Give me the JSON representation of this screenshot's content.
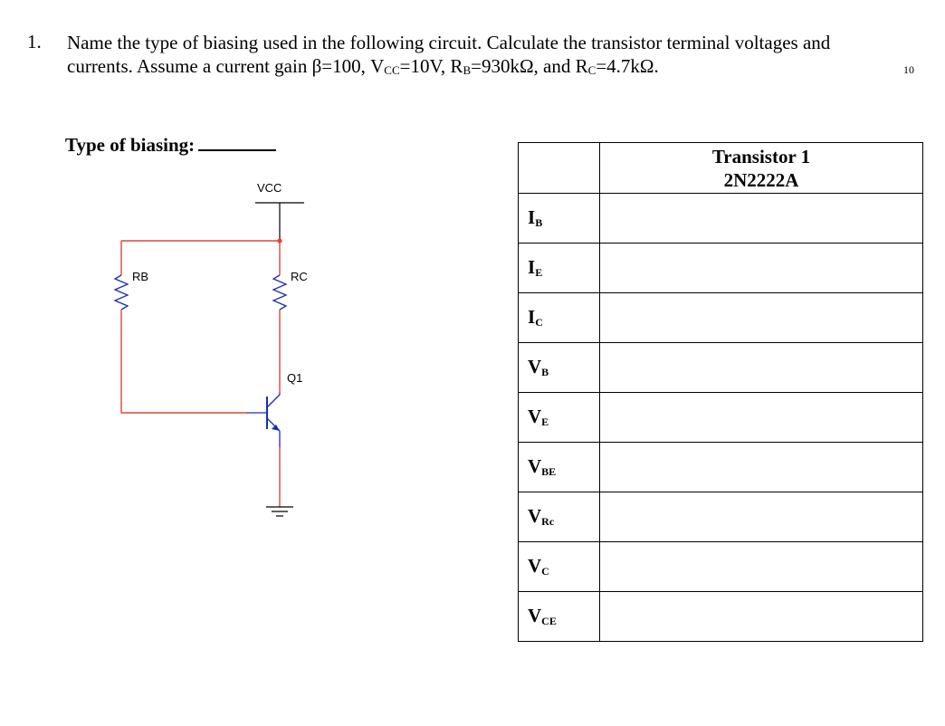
{
  "question": {
    "number": "1.",
    "line1": "Name the type of biasing used in the following circuit. Calculate the transistor terminal voltages and",
    "line2_pre": "currents.  Assume a current gain β=100, V",
    "vcc_sub": "CC",
    "line2_mid1": "=10V, R",
    "rb_sub": "B",
    "line2_mid2": "=930kΩ, and R",
    "rc_sub": "C",
    "line2_end": "=4.7kΩ.",
    "points": "10"
  },
  "biasing_label": "Type of biasing:",
  "circuit": {
    "vcc_label": "VCC",
    "rb_label": "RB",
    "rc_label": "RC",
    "q_label": "Q1"
  },
  "table": {
    "header_line1": "Transistor 1",
    "header_line2": "2N2222A",
    "rows": [
      {
        "main": "I",
        "sub": "B"
      },
      {
        "main": "I",
        "sub": "E"
      },
      {
        "main": "I",
        "sub": "C"
      },
      {
        "main": "V",
        "sub": "B"
      },
      {
        "main": "V",
        "sub": "E"
      },
      {
        "main": "V",
        "sub": "BE"
      },
      {
        "main": "V",
        "sub": "Rc"
      },
      {
        "main": "V",
        "sub": "C"
      },
      {
        "main": "V",
        "sub": "CE"
      }
    ]
  }
}
